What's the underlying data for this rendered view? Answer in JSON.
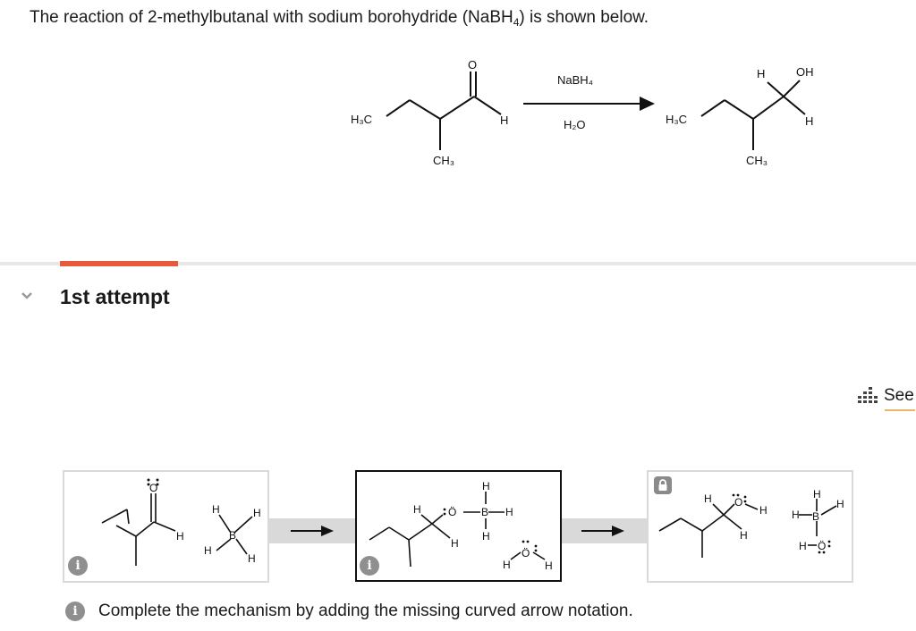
{
  "question": {
    "title_before": "The reaction of 2-methylbutanal with sodium borohydride (NaBH",
    "title_sub": "4",
    "title_after": ") is shown below."
  },
  "reaction": {
    "reactant_h3c": "H₃C",
    "reactant_ch3": "CH₃",
    "reactant_o": "O",
    "reactant_h": "H",
    "reagent_top": "NaBH₄",
    "reagent_bottom": "H₂O",
    "product_h3c": "H₃C",
    "product_ch3": "CH₃",
    "product_h_top": "H",
    "product_oh": "OH",
    "product_h_right": "H"
  },
  "attempt": {
    "label": "1st attempt"
  },
  "see": {
    "label": "See"
  },
  "mechanism": {
    "step1": {
      "o": "O",
      "h_ald": "H",
      "h1": "H",
      "h2": "H",
      "h3": "H",
      "h4": "H",
      "b": "B"
    },
    "step2": {
      "h_left": "H",
      "o": "Ö",
      "b": "B",
      "h_b_top": "H",
      "h_b_right": "H",
      "h_b_bottom": "H",
      "h_c": "H",
      "water_o": "Ö",
      "water_h_left": "H",
      "water_h_right": "H"
    },
    "step3": {
      "h_top": "H",
      "o": "O",
      "h_oh": "H",
      "h_c": "H",
      "b_h_top": "H",
      "b_h_left": "H",
      "b_h_right": "H",
      "b": "B",
      "b_h_bottom": "H",
      "b_o": "Ö"
    }
  },
  "icons": {
    "info": "i",
    "lock": "lock-icon",
    "chevron": "chevron-down-icon",
    "see": "chart-icon"
  },
  "colors": {
    "accent": "#e8583a",
    "panel_border": "#d9d9d9",
    "see_underline": "#e8b86a"
  },
  "hint": {
    "text": "Complete the mechanism by adding the missing curved arrow notation."
  }
}
